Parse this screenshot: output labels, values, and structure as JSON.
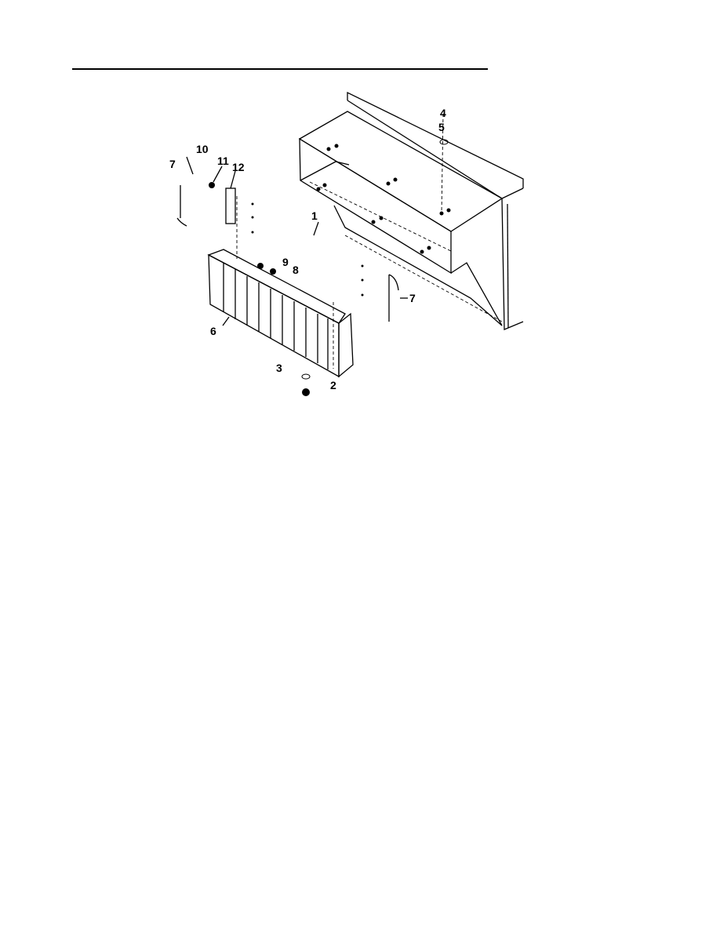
{
  "figure": {
    "callouts": [
      "1",
      "2",
      "3",
      "4",
      "5",
      "6",
      "7",
      "7",
      "8",
      "9",
      "10",
      "11",
      "12"
    ]
  }
}
